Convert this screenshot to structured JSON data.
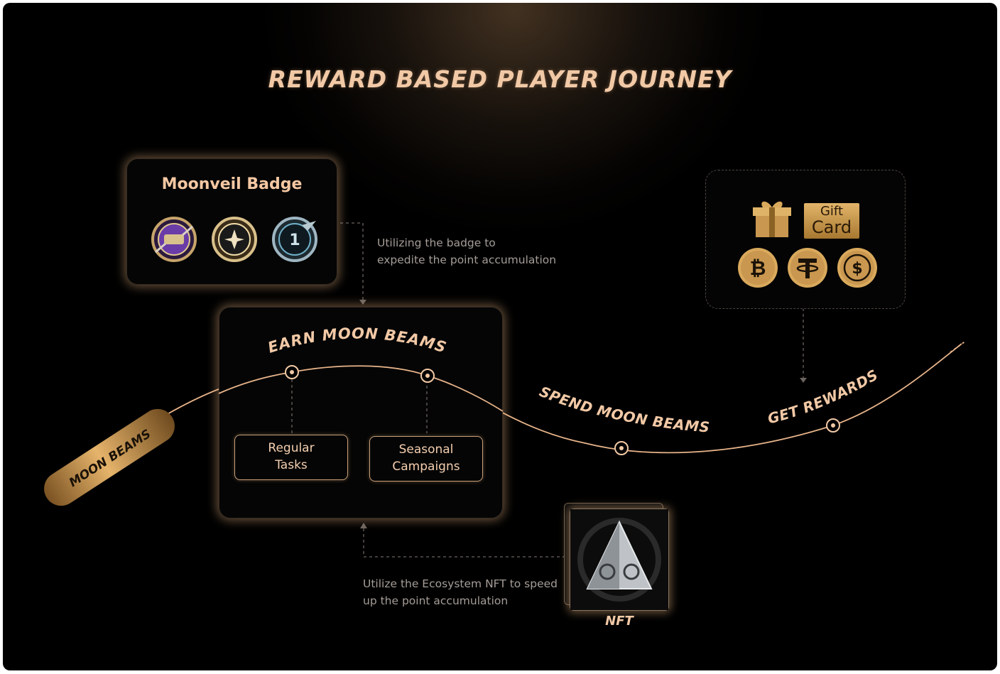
{
  "title": "REWARD BASED PLAYER JOURNEY",
  "badge_card": {
    "title": "Moonveil Badge",
    "medals": [
      "purple-badge-icon",
      "gold-badge-icon",
      "silver-badge-icon"
    ]
  },
  "notes": {
    "badge": [
      "Utilizing the badge to",
      "expedite the point accumulation"
    ],
    "nft": [
      "Utilize the Ecosystem NFT to speed",
      "up the point accumulation"
    ]
  },
  "earn_card": {
    "title": "EARN MOON BEAMS",
    "tasks": [
      "Regular\nTasks",
      "Seasonal\nCampaigns"
    ]
  },
  "path_labels": {
    "start": "MOON BEAMS",
    "spend": "SPEND MOON BEAMS",
    "get": "GET REWARDS"
  },
  "reward_card": {
    "gift_card_line1": "Gift",
    "gift_card_line2": "Card",
    "icons": [
      "gift-box-icon",
      "gift-card-icon",
      "bitcoin-icon",
      "tether-icon",
      "usdc-icon"
    ]
  },
  "nft": {
    "label": "NFT"
  },
  "colors": {
    "accent": "#f2c9a6",
    "gold": "#c9974f",
    "line": "#e8b48a",
    "background": "#000000"
  }
}
